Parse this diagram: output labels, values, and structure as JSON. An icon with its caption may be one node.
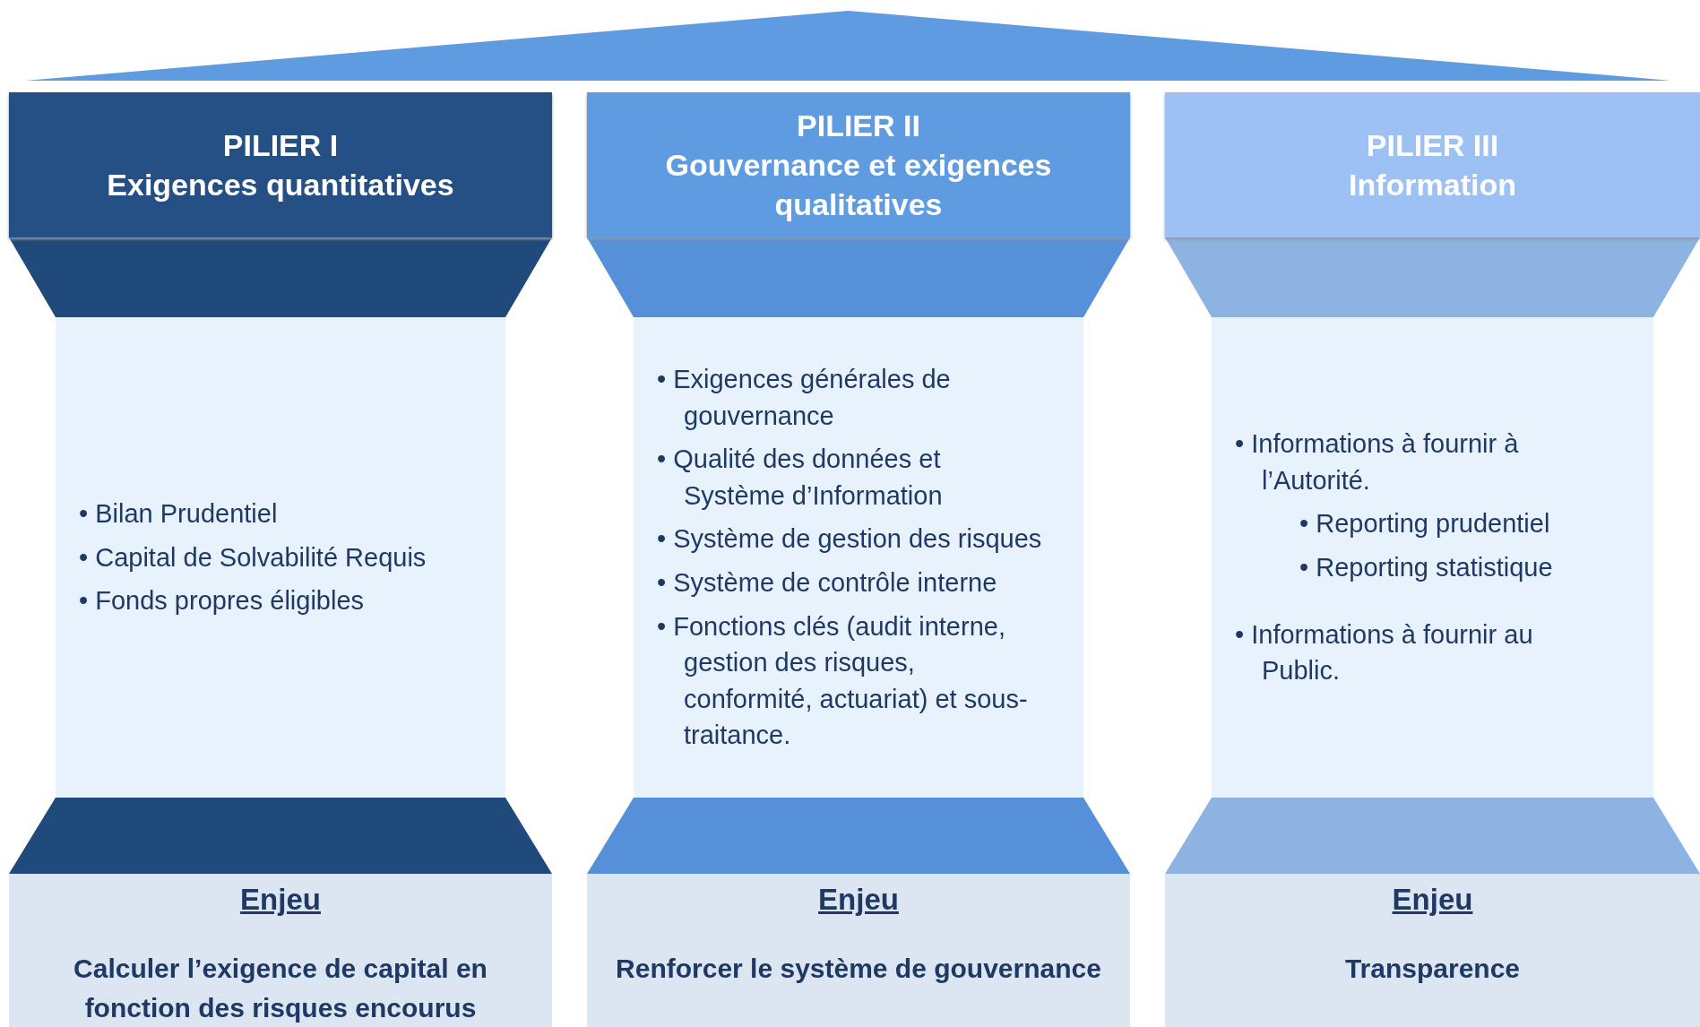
{
  "diagram": {
    "nodes": [
      {
        "text": [],
        "shape": "triangle"
      },
      {
        "text": [
          "PILIER I",
          "Exigences quantitatives"
        ]
      },
      {
        "text": [],
        "shape": "trapezoid"
      },
      {
        "text": [
          "• Bilan Prudentiel",
          "• Capital de Solvabilité Requis",
          "• Fonds propres éligibles"
        ]
      },
      {
        "text": [],
        "shape": "trapezoid"
      },
      {
        "text": [
          "Enjeu",
          "Calculer l’exigence de capital en fonction des risques encourus"
        ]
      },
      {
        "text": [
          "PILIER II",
          "Gouvernance et exigences qualitatives"
        ]
      },
      {
        "text": [],
        "shape": "trapezoid"
      },
      {
        "text": [
          "• Exigences générales de gouvernance",
          "• Qualité des données et Système d’Information",
          "• Système de gestion des risques",
          "• Système de contrôle interne",
          "• Fonctions clés (audit interne, gestion des risques, conformité, actuariat) et sous-traitance."
        ]
      },
      {
        "text": [],
        "shape": "trapezoid"
      },
      {
        "text": [
          "Enjeu",
          "Renforcer le système de gouvernance"
        ]
      },
      {
        "text": [
          "PILIER III",
          "Information"
        ]
      },
      {
        "text": [],
        "shape": "trapezoid"
      },
      {
        "text": [
          "• Informations à fournir à l’Autorité.",
          "• Reporting prudentiel",
          "• Reporting statistique",
          "• Informations à fournir au Public."
        ]
      },
      {
        "text": [],
        "shape": "trapezoid"
      },
      {
        "text": [
          "Enjeu",
          "Transparence"
        ]
      }
    ]
  }
}
